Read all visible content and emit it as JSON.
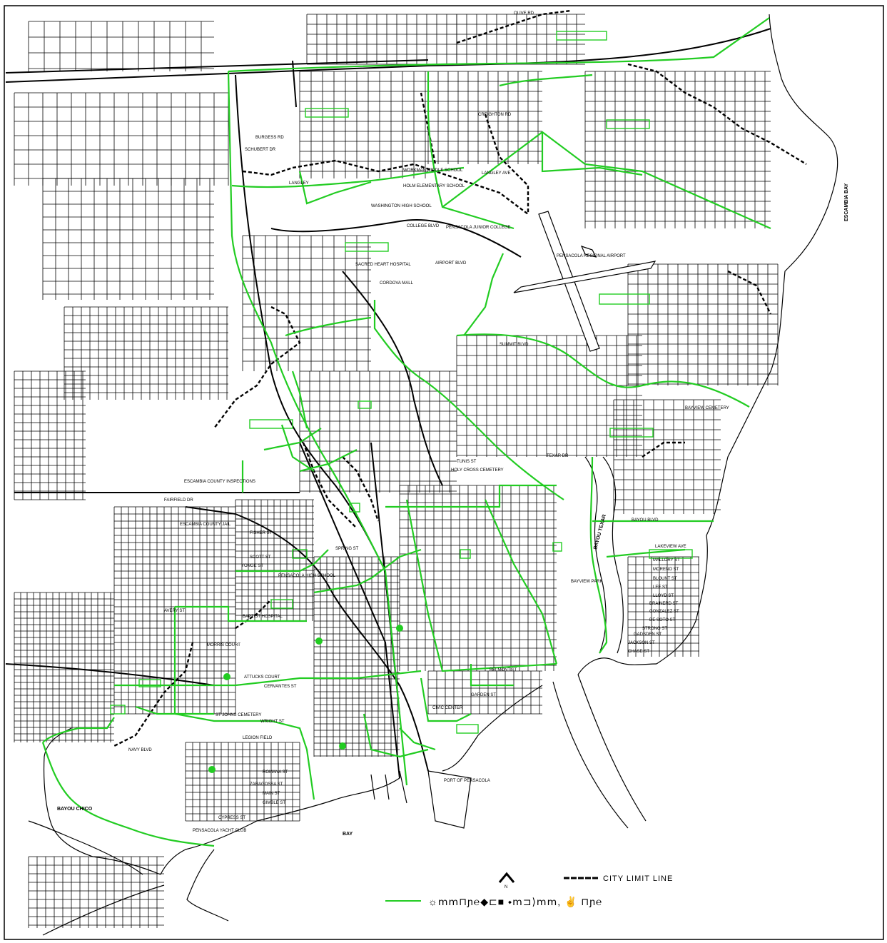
{
  "map": {
    "colors": {
      "street": "#000000",
      "route": "#22cc22",
      "background": "#ffffff"
    },
    "labels": {
      "escambia_bay": "ESCAMBIA BAY",
      "bay": "BAY",
      "bayou_chico": "BAYOU CHICO",
      "bayou_texar": "BAYOU TEXAR",
      "pensacola_regional_airport": "PENSACOLA REGIONAL AIRPORT",
      "pensacola_junior_college": "PENSACOLA JUNIOR COLLEGE",
      "sacred_heart_hospital": "SACRED HEART HOSPITAL",
      "cordova_mall": "CORDOVA MALL",
      "washington_high_school": "WASHINGTON HIGH SCHOOL",
      "workman_middle_school": "WORKMAN MIDDLE SCHOOL",
      "holm_elementary_school": "HOLM ELEMENTARY SCHOOL",
      "holy_cross_cemetery": "HOLY CROSS CEMETERY",
      "bayview_cemetery": "BAYVIEW CEMETERY",
      "bayview_park": "BAYVIEW PARK",
      "escambia_county_inspections": "ESCAMBIA COUNTY INSPECTIONS",
      "escambia_county_jail": "ESCAMBIA COUNTY JAIL",
      "pensacola_high_school": "PENSACOLA HIGH SCHOOL",
      "baptist_hospital": "BAPTIST HOSPITAL",
      "morris_court": "MORRIS COURT",
      "attucks_court": "ATTUCKS COURT",
      "st_johns_cemetery": "ST JOHNS CEMETERY",
      "legion_field": "LEGION FIELD",
      "port_of_pensacola": "PORT OF PENSACOLA",
      "civic_center": "CIVIC CENTER",
      "pensacola_yacht_club": "PENSACOLA YACHT CLUB",
      "fairfield_dr": "FAIRFIELD DR",
      "burgess_rd": "BURGESS RD",
      "schubert_dr": "SCHUBERT DR",
      "langley_ave": "LANGLEY AVE",
      "creighton_rd": "CREIGHTON RD",
      "airport_blvd": "AIRPORT BLVD",
      "college_blvd": "COLLEGE BLVD",
      "lakeview_ave": "LAKEVIEW AVE",
      "avery_st": "AVERY ST",
      "navy_blvd": "NAVY BLVD",
      "cervantes_st": "CERVANTES ST",
      "garden_st": "GARDEN ST",
      "bayou_blvd": "BAYOU BLVD",
      "olive_rd": "OLIVE RD",
      "tunis_st": "TUNIS ST",
      "mallory_st": "MALLORY ST",
      "moreno_st": "MORENO ST",
      "blount_st": "BLOUNT ST",
      "lee_st": "LEE ST",
      "lloyd_st": "LLOYD ST",
      "brainerd_st": "BRAINERD ST",
      "gonzalez_st": "GONZALEZ ST",
      "strong_st": "STRONG ST",
      "gadsden_st": "GADSDEN ST",
      "wright_st": "WRIGHT ST",
      "belmont_st": "BELMONT ST",
      "main_st": "MAIN ST",
      "romana_st": "ROMANA ST",
      "zaragossa_st": "ZARAGOSSA ST",
      "gimble_st": "GIMBLE ST",
      "cypress_st": "CYPRESS ST",
      "jackson_st": "JACKSON ST",
      "chase_st": "CHASE ST",
      "desoto_st": "DE SOTO ST",
      "texar_dr": "TEXAR DR",
      "summit_blvd": "SUMMIT BLVD",
      "spring_st": "SPRING ST",
      "langley": "LANGLEY",
      "fisher_st": "FISHER ST",
      "scott_st": "SCOTT ST",
      "yonge_st": "YONGE ST"
    },
    "legend": {
      "north_label": "N",
      "city_limit_label": "CITY LIMIT LINE",
      "route_label_glyphs": "☼ⅿⅿ⊓ɲ℮◆⊏■ ⬩ⅿ⊐⟩ⅿⅿ, ✌ ⊓ɲ℮"
    }
  }
}
